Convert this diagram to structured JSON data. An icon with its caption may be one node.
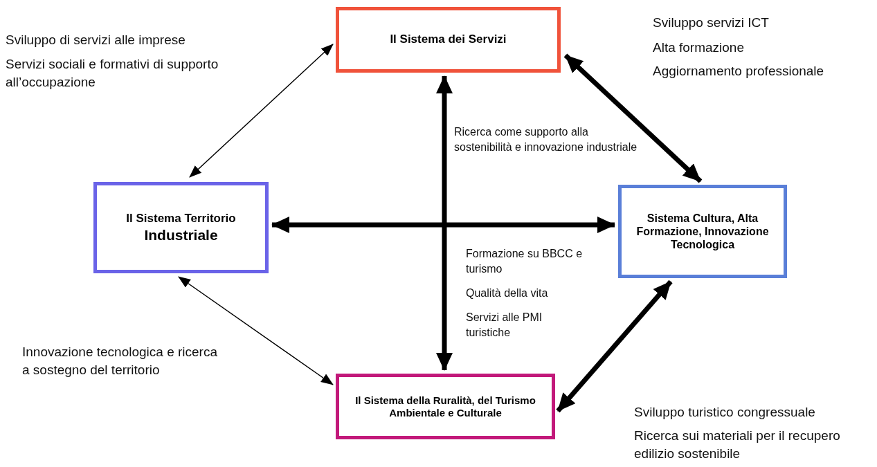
{
  "diagram": {
    "nodes": [
      {
        "text": [
          "Il Sistema dei Servizi"
        ]
      },
      {
        "text": [
          "Il Sistema Territorio",
          "Industriale"
        ]
      },
      {
        "text": [
          "Sistema Cultura, Alta Formazione, Innovazione Tecnologica"
        ]
      },
      {
        "text": [
          "Il Sistema della Ruralità, del Turismo Ambientale e Culturale"
        ]
      }
    ],
    "edges": [
      {
        "from": 1,
        "to": 0,
        "arrow": "both"
      },
      {
        "from": 0,
        "to": 2,
        "arrow": "both"
      },
      {
        "from": 1,
        "to": 2,
        "arrow": "both"
      },
      {
        "from": 0,
        "to": 3,
        "arrow": "both"
      },
      {
        "from": 1,
        "to": 3,
        "arrow": "both"
      },
      {
        "from": 3,
        "to": 2,
        "arrow": "both"
      }
    ],
    "labels": [
      "Sviluppo di servizi alle imprese",
      "Servizi sociali e formativi di supporto all’occupazione",
      "Sviluppo servizi ICT",
      "Alta formazione",
      "Aggiornamento professionale",
      "Ricerca come supporto alla sostenibilità e innovazione industriale",
      "Formazione su BBCC e turismo",
      "Qualità della vita",
      "Servizi alle PMI turistiche",
      "Innovazione tecnologica e ricerca a sostegno del territorio",
      "Sviluppo turistico congressuale",
      "Ricerca sui materiali per il recupero edilizio sostenibile"
    ]
  }
}
